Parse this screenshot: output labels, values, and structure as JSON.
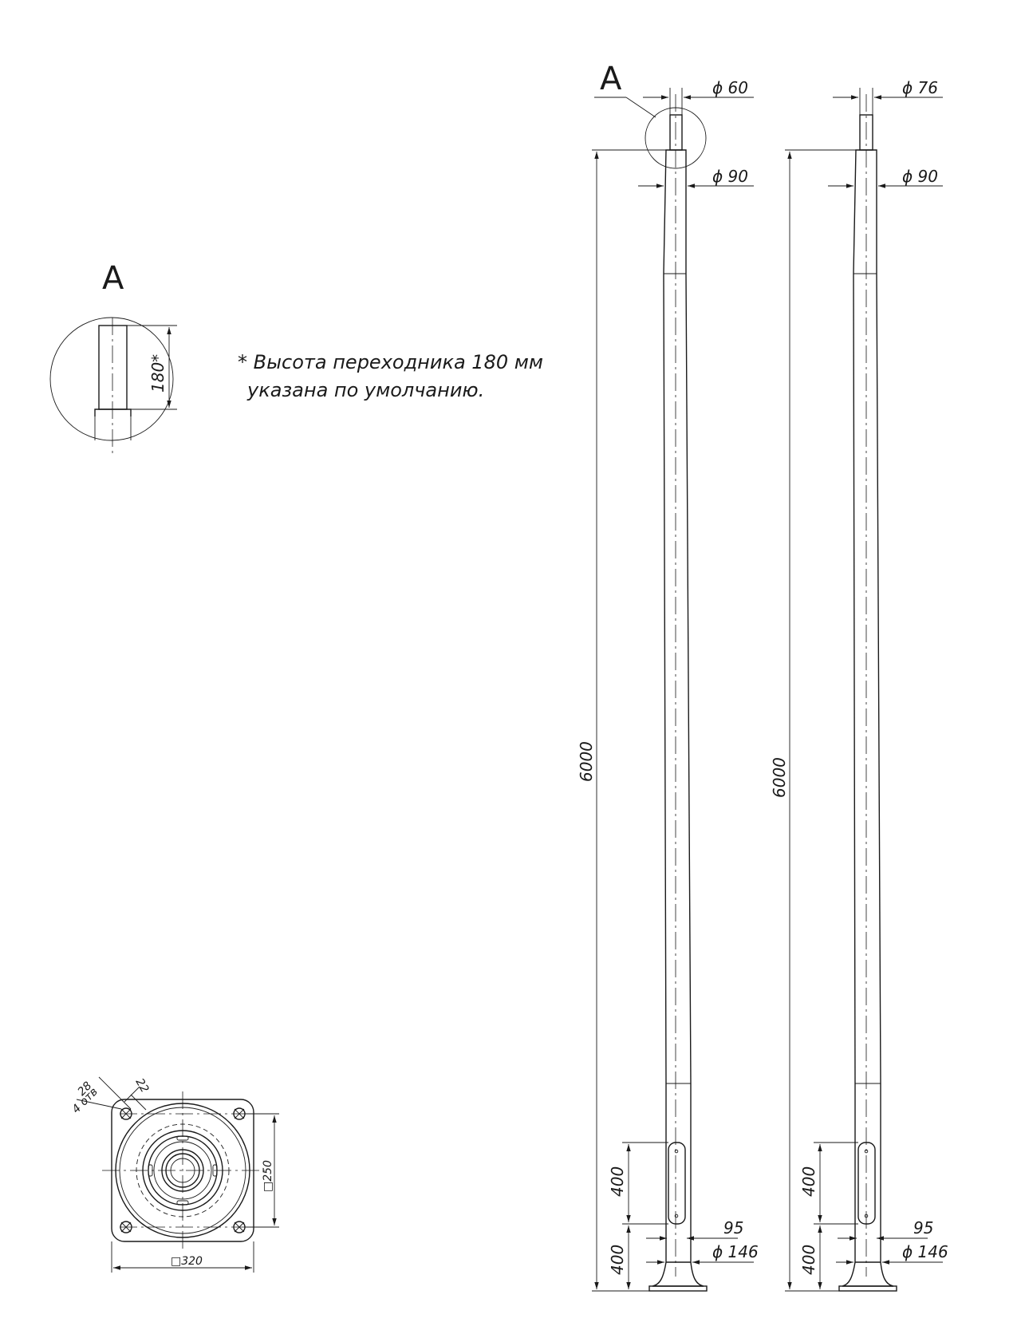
{
  "detail_label": "A",
  "callout_label": "A",
  "adapter_height": "180*",
  "note": {
    "line1": "* Высота переходника 180 мм",
    "line2": "указана по умолчанию."
  },
  "pole1": {
    "d_top": "ϕ 60",
    "d_mid": "ϕ 90",
    "height": "6000",
    "hatch_height": "400",
    "base_height": "400",
    "hatch_width": "95",
    "d_bottom": "ϕ 146"
  },
  "pole2": {
    "d_top": "ϕ 76",
    "d_mid": "ϕ 90",
    "height": "6000",
    "hatch_height": "400",
    "base_height": "400",
    "hatch_width": "95",
    "d_bottom": "ϕ 146"
  },
  "flange": {
    "hole_dia": "28",
    "hole_count": "4 отв",
    "hole_offset": "22",
    "bolt_spacing": "□250",
    "plate_size": "□320"
  }
}
